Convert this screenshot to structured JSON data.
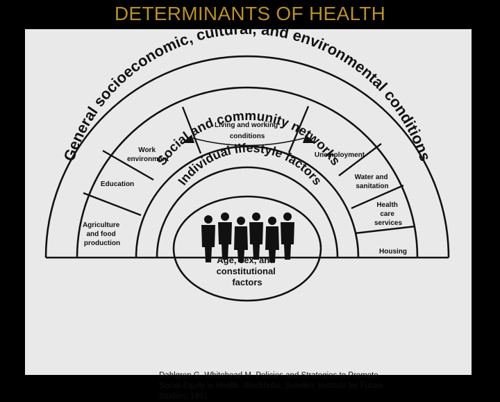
{
  "slide": {
    "title": "DETERMINANTS OF HEALTH",
    "title_color": "#b8902a",
    "background": "#000000"
  },
  "diagram": {
    "outer_band": "General socioeconomic, cultural, and environmental conditions",
    "social_band": "Social and community networks",
    "lifestyle_band": "Individual lifestyle factors",
    "core": [
      "Age, sex, and",
      "constitutional",
      "factors"
    ],
    "living_conditions": [
      "Living and working",
      "conditions"
    ],
    "left_boxes": [
      [
        "Work",
        "environment"
      ],
      [
        "Education"
      ],
      [
        "Agriculture",
        "and food",
        "production"
      ]
    ],
    "right_boxes": [
      [
        "Unemployment"
      ],
      [
        "Water and",
        "sanitation"
      ],
      [
        "Health",
        "care",
        "services"
      ],
      [
        "Housing"
      ]
    ]
  },
  "citation": "Dahlgren G, Whitehead M. Policies and Strategies to Promote\nSocial Equity in Health. Stockholm, Sweden: Institute for Future\nStudies; 1991"
}
